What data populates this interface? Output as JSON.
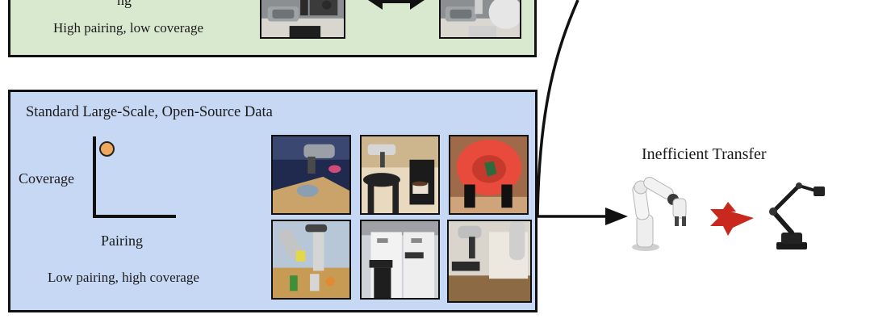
{
  "top_panel": {
    "cut_label": "ng",
    "description": "High pairing, low coverage"
  },
  "bottom_panel": {
    "title": "Standard Large-Scale, Open-Source Data",
    "y_axis_label": "Coverage",
    "x_axis_label": "Pairing",
    "description": "Low pairing, high coverage"
  },
  "outcome": {
    "label": "Inefficient Transfer"
  },
  "colors": {
    "top_panel_bg": "#d9e9cf",
    "bottom_panel_bg": "#c7d8f4",
    "marker": "#f0a95c",
    "transfer_arrow": "#c8281e"
  }
}
